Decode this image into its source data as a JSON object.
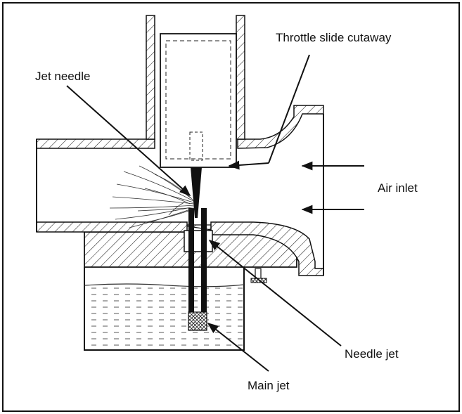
{
  "labels": {
    "throttle_slide": "Throttle slide cutaway",
    "jet_needle": "Jet needle",
    "air_inlet": "Air inlet",
    "needle_jet": "Needle jet",
    "main_jet": "Main jet"
  }
}
